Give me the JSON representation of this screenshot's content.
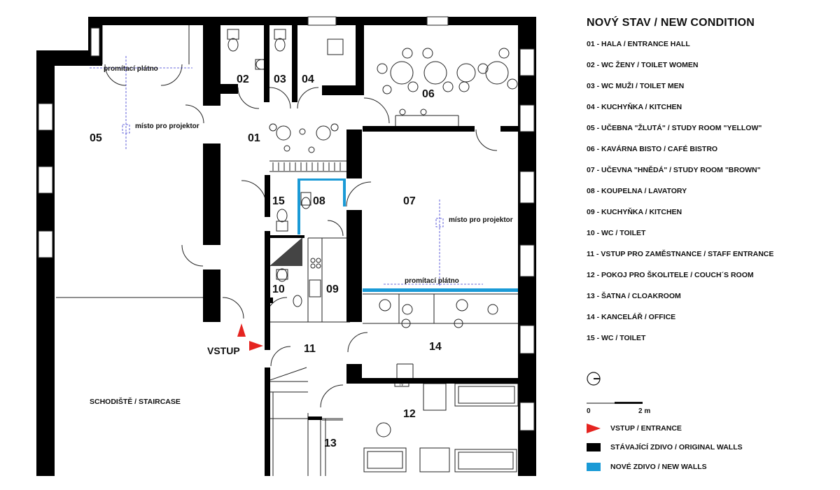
{
  "legend": {
    "title": "NOVÝ STAV  /  NEW CONDITION",
    "items": [
      "01 - HALA / ENTRANCE HALL",
      "02 - WC ŽENY / TOILET WOMEN",
      "03 - WC MUŽI / TOILET MEN",
      "04 - KUCHYŇKA / KITCHEN",
      "05 - UČEBNA \"ŽLUTÁ\" / STUDY ROOM  \"YELLOW\"",
      "06 - KAVÁRNA BISTO  / CAFÉ BISTRO",
      "07 - UČEVNA \"HNĚDÁ\"  / STUDY ROOM  \"BROWN\"",
      "08 - KOUPELNA / LAVATORY",
      "09 - KUCHYŇKA / KITCHEN",
      "10 - WC / TOILET",
      "11 - VSTUP PRO ZAMĚSTNANCE / STAFF ENTRANCE",
      "12 - POKOJ PRO ŠKOLITELE / COUCH´S ROOM",
      "13 - ŠATNA / CLOAKROOM",
      "14 - KANCELÁŘ / OFFICE",
      "15 - WC / TOILET"
    ],
    "scale_start": "0",
    "scale_end": "2 m",
    "entrance_label": "VSTUP  / ENTRANCE",
    "original_walls_label": "STÁVAJÍCÍ ZDIVO  /  ORIGINAL WALLS",
    "new_walls_label": "NOVÉ ZDIVO  /  NEW WALLS"
  },
  "plan": {
    "rooms": {
      "r01": "01",
      "r02": "02",
      "r03": "03",
      "r04": "04",
      "r05": "05",
      "r06": "06",
      "r07": "07",
      "r08": "08",
      "r09": "09",
      "r10": "10",
      "r11": "11",
      "r12": "12",
      "r13": "13",
      "r14": "14",
      "r15": "15"
    },
    "staircase": "SCHODIŠTĚ / STAIRCASE",
    "entrance": "VSTUP",
    "tv": "TV",
    "projector_label": "promítací plátno",
    "beamer_label": "místo pro projektor"
  },
  "colors": {
    "original_wall": "#000000",
    "new_wall": "#1a9ad6",
    "entrance_arrow": "#e52420",
    "line": "#222222",
    "projector_line": "#3b3bd1"
  }
}
